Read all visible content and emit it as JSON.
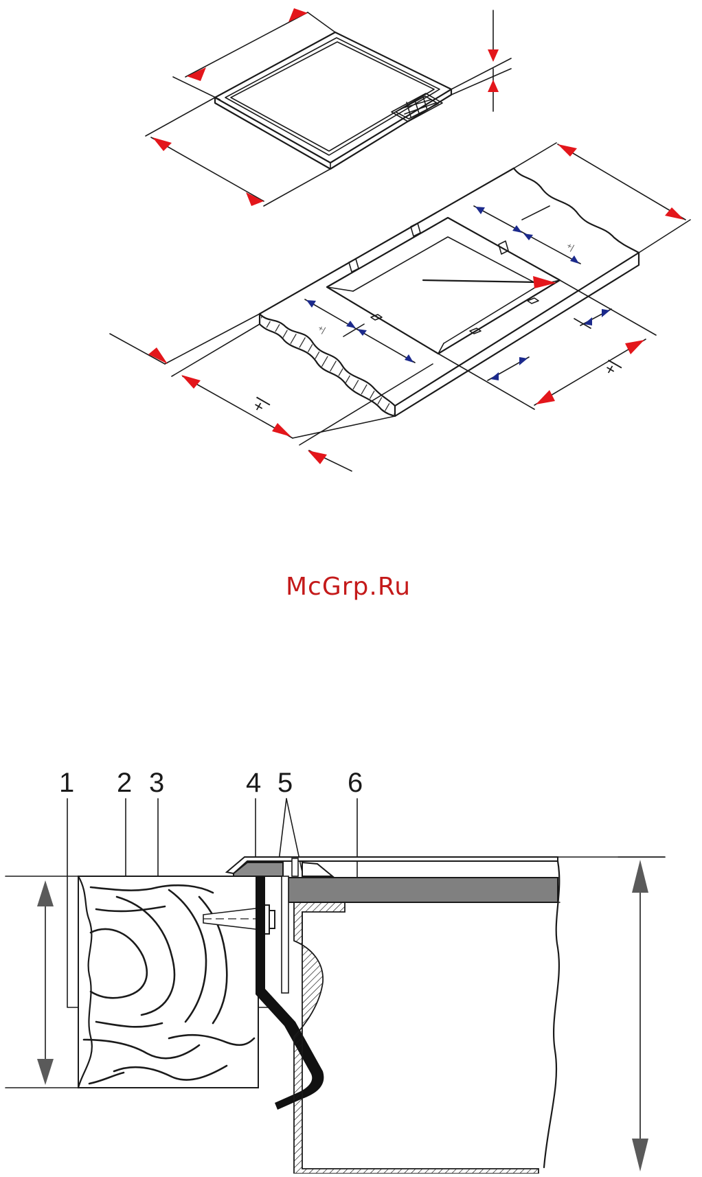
{
  "watermark": {
    "text": "McGrp.Ru",
    "color": "#c41a1a"
  },
  "tolerance_marks": {
    "front_left": "+|",
    "right": "+|",
    "cutout_left": "+|",
    "cutout_right": "+|"
  },
  "section_callouts": [
    "1",
    "2",
    "3",
    "4",
    "5",
    "6"
  ],
  "colors": {
    "dimension_arrow_red": "#e3161b",
    "dimension_arrow_blue": "#1c2a8c",
    "line": "#1a1a1a",
    "glass_panel_gray": "#808080",
    "seal_gray": "#8a8a8a"
  }
}
